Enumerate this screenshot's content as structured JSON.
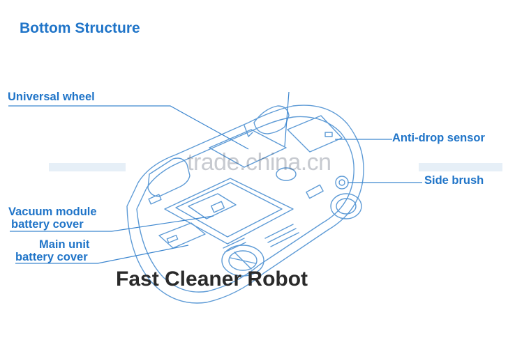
{
  "title": "Bottom Structure",
  "labels": {
    "universal_wheel": "Universal wheel",
    "anti_drop_sensor": "Anti-drop sensor",
    "side_brush": "Side brush",
    "vacuum_module_line1": "Vacuum module",
    "vacuum_module_line2": "battery cover",
    "main_unit_line1": "Main unit",
    "main_unit_line2": "battery cover"
  },
  "caption": "Fast Cleaner Robot",
  "watermark": "trade.china.cn",
  "colors": {
    "label": "#1f74c8",
    "line": "#3c86cf",
    "caption": "#2a2a2a",
    "background": "#ffffff"
  }
}
